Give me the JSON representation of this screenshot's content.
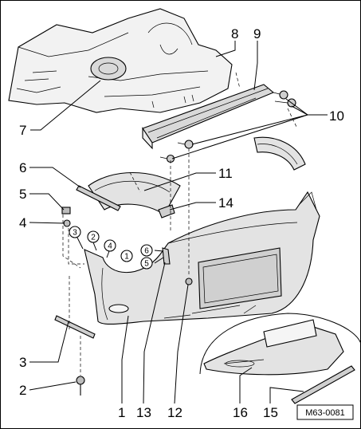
{
  "callouts": {
    "n1": "1",
    "n2": "2",
    "n3": "3",
    "n4": "4",
    "n5": "5",
    "n6": "6",
    "n7": "7",
    "n8": "8",
    "n9": "9",
    "n10": "10",
    "n11": "11",
    "n12": "12",
    "n13": "13",
    "n14": "14",
    "n15": "15",
    "n16": "16"
  },
  "circled_callouts": {
    "c1": "1",
    "c2": "2",
    "c3": "3",
    "c4": "4",
    "c5": "5",
    "c6": "6"
  },
  "figure_code": "M63-0081",
  "colors": {
    "part_fill": "#e3e3e3",
    "line": "#000000",
    "background": "#ffffff"
  }
}
